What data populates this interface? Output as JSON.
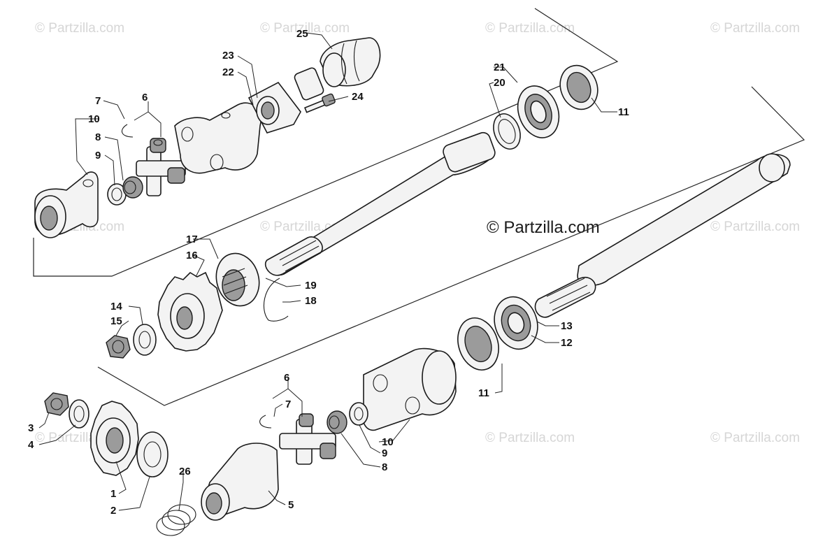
{
  "watermark": "© Partzilla.com",
  "callouts": {
    "c1": "1",
    "c2": "2",
    "c3": "3",
    "c4": "4",
    "c5": "5",
    "c6a": "6",
    "c6b": "6",
    "c7a": "7",
    "c7b": "7",
    "c8a": "8",
    "c8b": "8",
    "c9a": "9",
    "c9b": "9",
    "c10a": "10",
    "c10b": "10",
    "c11a": "11",
    "c11b": "11",
    "c12": "12",
    "c13": "13",
    "c14": "14",
    "c15": "15",
    "c16": "16",
    "c17": "17",
    "c18": "18",
    "c19": "19",
    "c20": "20",
    "c21": "21",
    "c22": "22",
    "c23": "23",
    "c24": "24",
    "c25": "25",
    "c26": "26"
  }
}
